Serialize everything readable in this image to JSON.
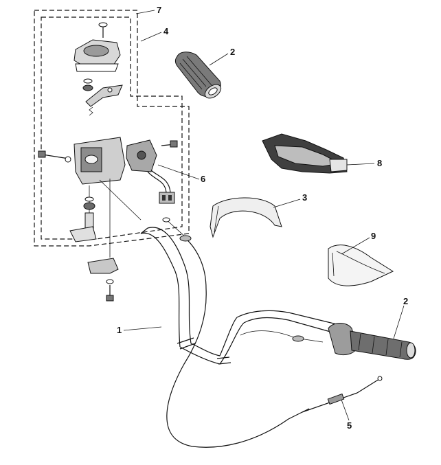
{
  "diagram": {
    "callouts": [
      {
        "id": "1"
      },
      {
        "id": "2"
      },
      {
        "id": "2"
      },
      {
        "id": "3"
      },
      {
        "id": "4"
      },
      {
        "id": "5"
      },
      {
        "id": "6"
      },
      {
        "id": "7"
      },
      {
        "id": "8"
      },
      {
        "id": "9"
      }
    ]
  },
  "colors": {
    "ink": "#111111",
    "background": "#ffffff",
    "part_fill_light": "#bdbdbd",
    "part_fill_dark": "#4a4a4a"
  }
}
